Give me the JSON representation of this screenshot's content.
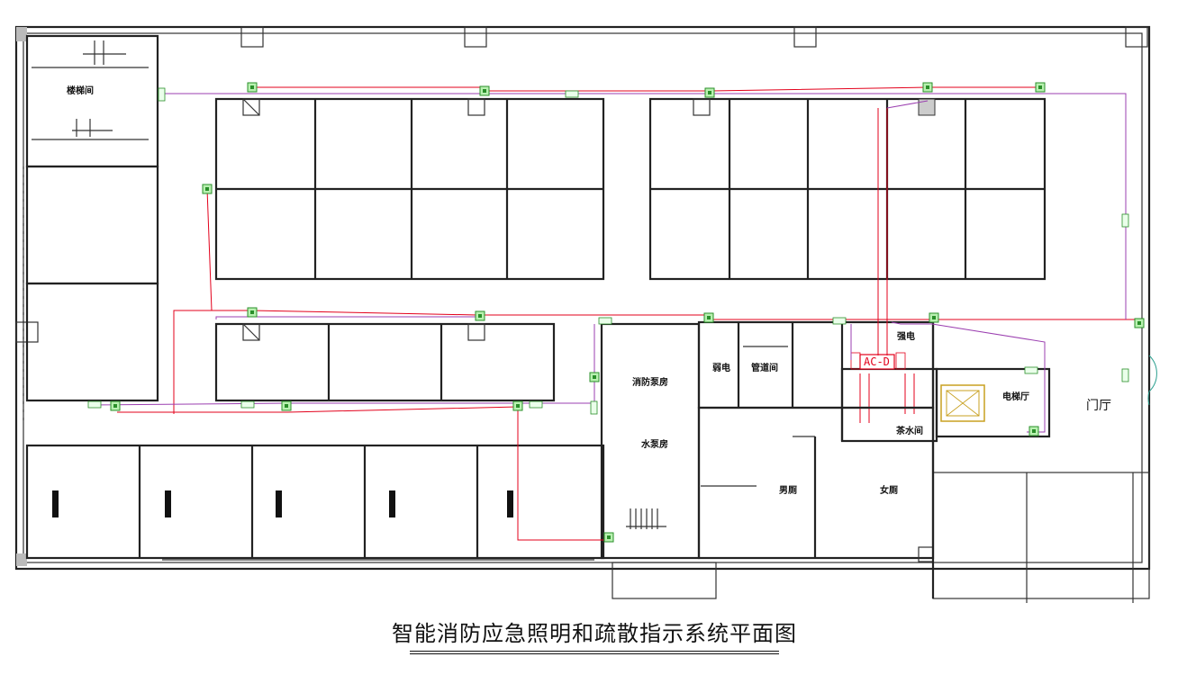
{
  "drawing": {
    "title": "智能消防应急照明和疏散指示系统平面图"
  },
  "rooms": {
    "stair_room": "楼梯间",
    "fire_pump_room": "消防泵房",
    "water_pump_room": "水泵房",
    "weak_current": "弱电",
    "pipe_shaft": "管道间",
    "strong_current": "强电",
    "tea_room": "茶水间",
    "elevator_hall": "电梯厅",
    "lobby": "门厅",
    "mens_toilet": "男厕",
    "womens_toilet": "女厕"
  },
  "panel": {
    "label": "AC-D"
  },
  "colors": {
    "wall": "#222222",
    "red_circuit": "#e3001b",
    "purple_circuit": "#9b3fb0",
    "fixture": "#2a8f2a",
    "fixture_fill": "#b8f0b0",
    "elevator": "#c8a020"
  },
  "icons": {
    "emergency_light": "emergency-light-icon",
    "exit_sign": "exit-sign-icon",
    "panel": "distribution-panel-icon",
    "elevator": "elevator-icon"
  }
}
